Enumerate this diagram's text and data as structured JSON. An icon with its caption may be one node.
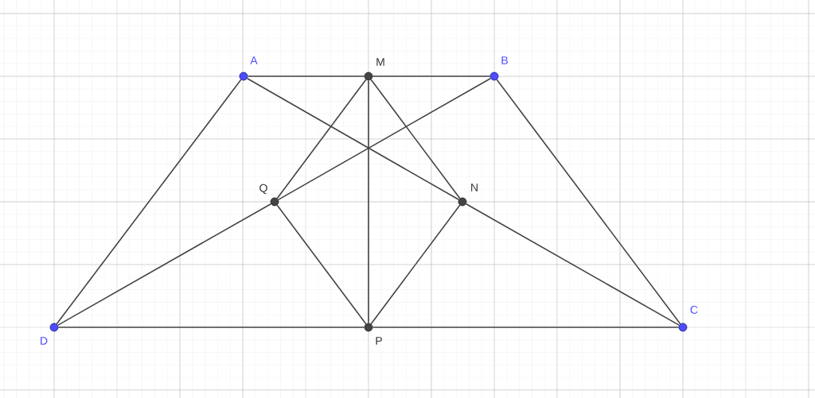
{
  "diagram": {
    "nodes": [
      {
        "text": [
          "A"
        ]
      },
      {
        "text": [
          "M"
        ]
      },
      {
        "text": [
          "B"
        ]
      },
      {
        "text": [
          "Q"
        ]
      },
      {
        "text": [
          "N"
        ]
      },
      {
        "text": [
          "D"
        ]
      },
      {
        "text": [
          "P"
        ]
      },
      {
        "text": [
          "C"
        ]
      }
    ],
    "edges": [
      {
        "from": 0,
        "to": 1,
        "arrow": "none"
      },
      {
        "from": 1,
        "to": 2,
        "arrow": "none"
      },
      {
        "from": 2,
        "to": 7,
        "arrow": "none"
      },
      {
        "from": 7,
        "to": 6,
        "arrow": "none"
      },
      {
        "from": 6,
        "to": 5,
        "arrow": "none"
      },
      {
        "from": 5,
        "to": 0,
        "arrow": "none"
      },
      {
        "from": 0,
        "to": 4,
        "arrow": "none"
      },
      {
        "from": 4,
        "to": 7,
        "arrow": "none"
      },
      {
        "from": 2,
        "to": 3,
        "arrow": "none"
      },
      {
        "from": 3,
        "to": 5,
        "arrow": "none"
      },
      {
        "from": 1,
        "to": 6,
        "arrow": "none"
      },
      {
        "from": 1,
        "to": 3,
        "arrow": "none"
      },
      {
        "from": 1,
        "to": 4,
        "arrow": "none"
      },
      {
        "from": 3,
        "to": 6,
        "arrow": "none"
      },
      {
        "from": 4,
        "to": 6,
        "arrow": "none"
      }
    ]
  }
}
